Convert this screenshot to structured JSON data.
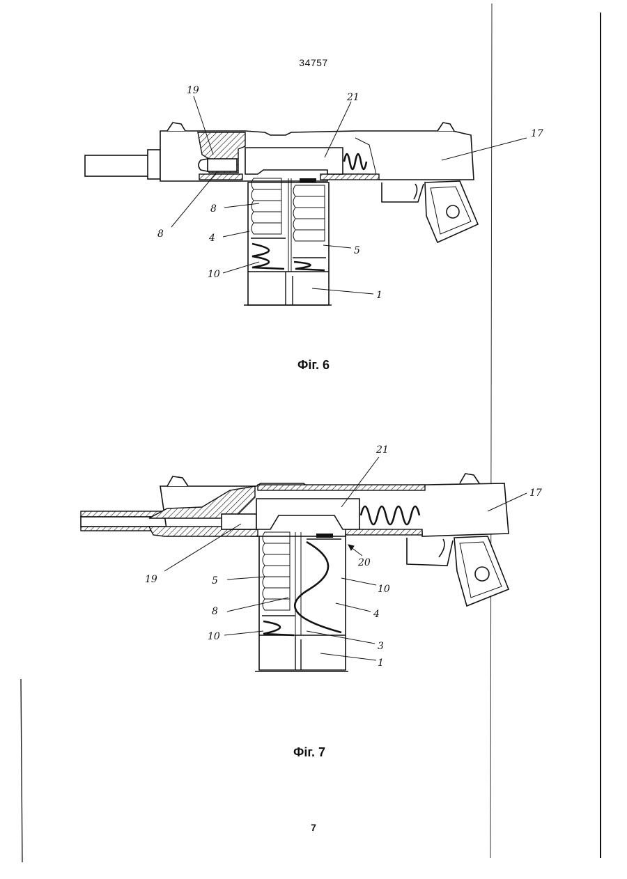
{
  "header": {
    "document_number": "34757"
  },
  "figures": [
    {
      "caption": "Фіг. 6",
      "labels": {
        "l19": "19",
        "l21": "21",
        "l17": "17",
        "l8a": "8",
        "l8b": "8",
        "l4": "4",
        "l5": "5",
        "l10": "10",
        "l1": "1"
      }
    },
    {
      "caption": "Фіг. 7",
      "labels": {
        "l21": "21",
        "l17": "17",
        "l19": "19",
        "l20": "20",
        "l5": "5",
        "l10a": "10",
        "l8": "8",
        "l4": "4",
        "l10b": "10",
        "l3": "3",
        "l1": "1"
      }
    }
  ],
  "footer": {
    "page_number": "7"
  }
}
